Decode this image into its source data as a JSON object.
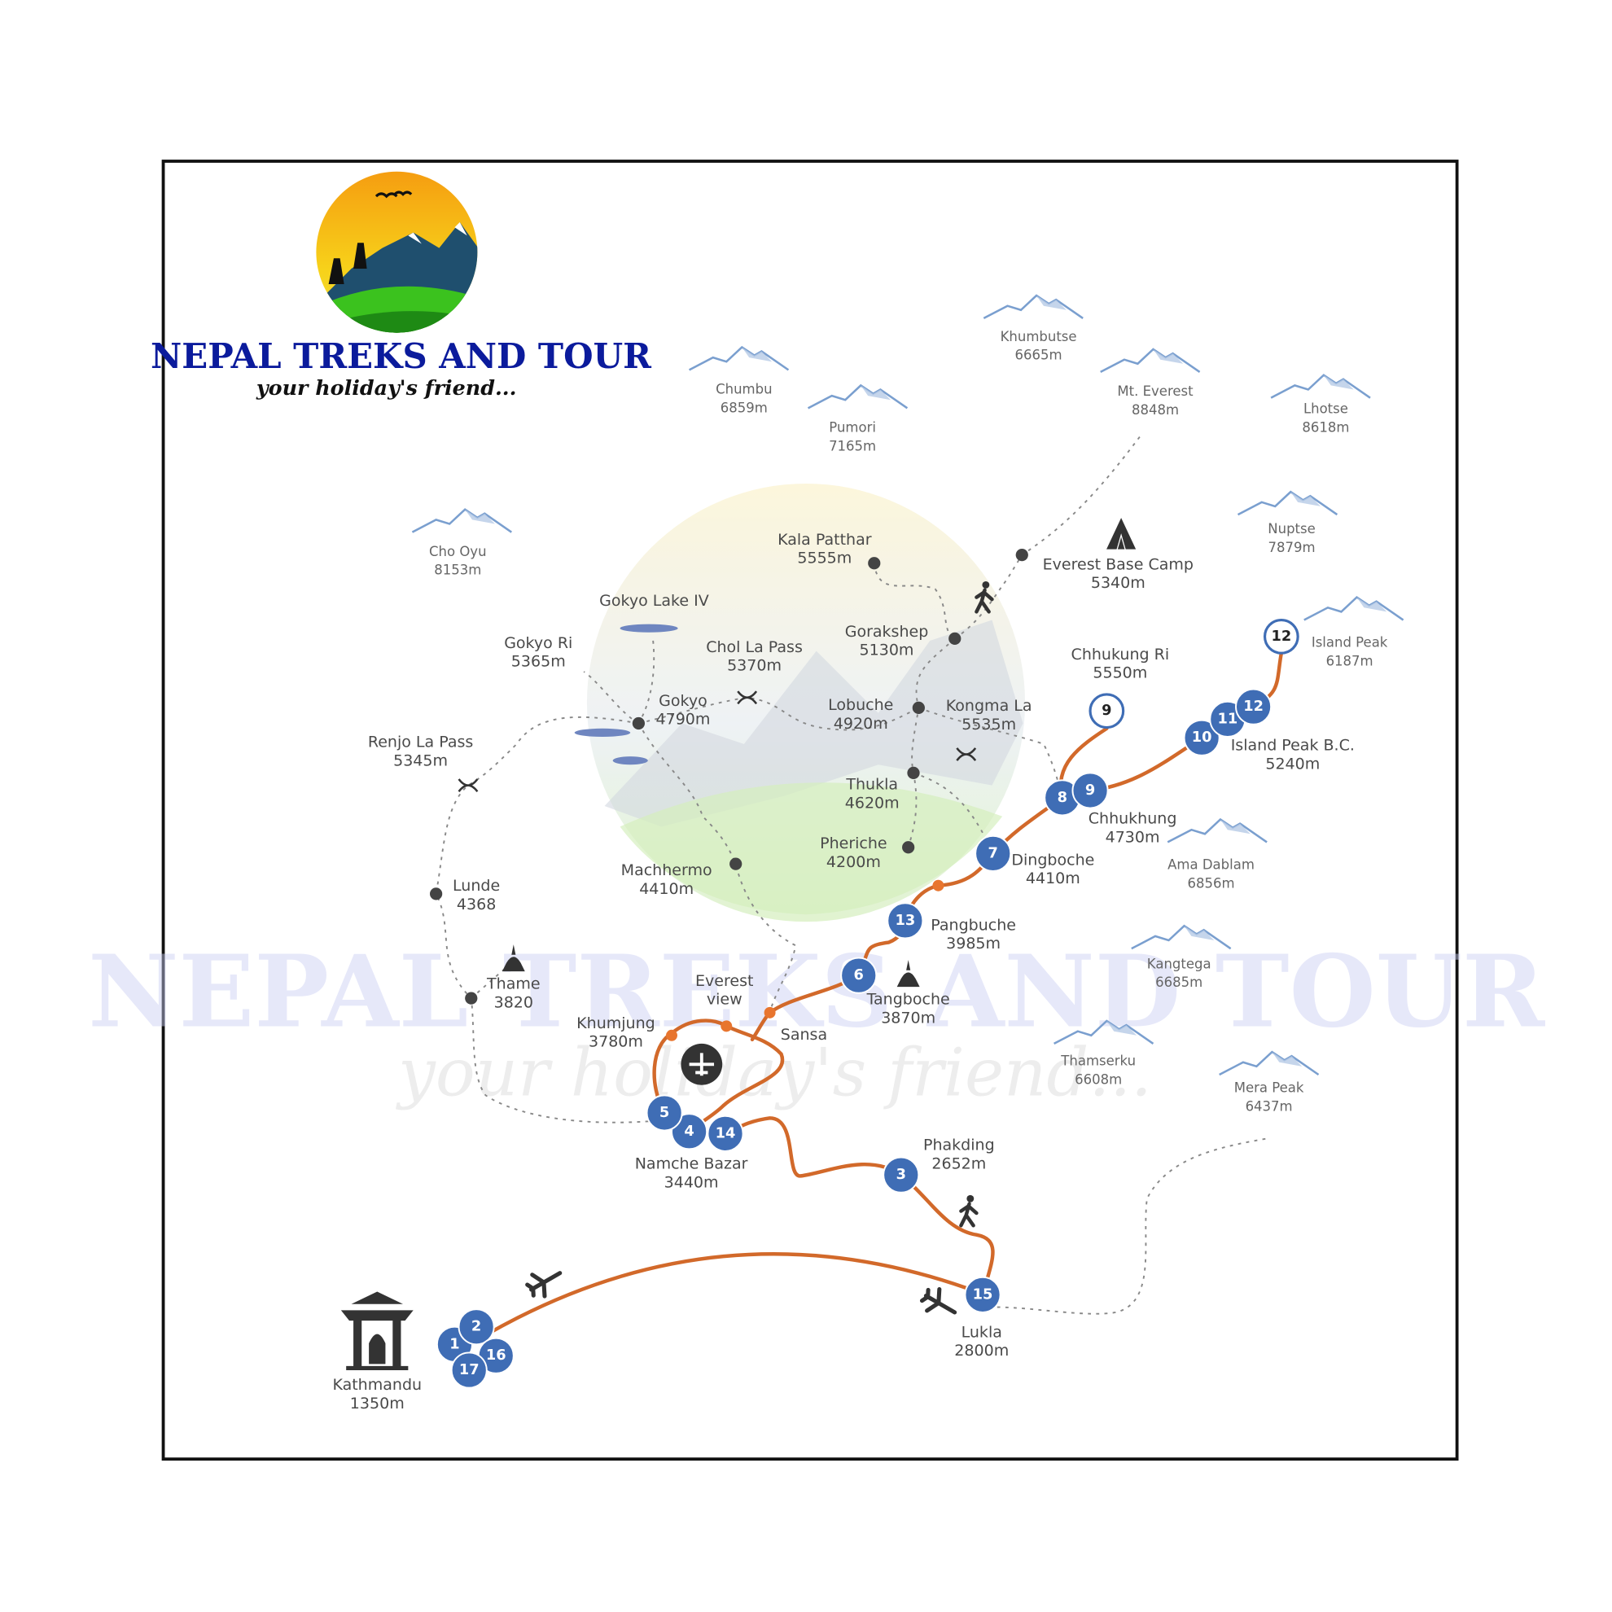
{
  "brand": {
    "title": "NEPAL TREKS AND TOUR",
    "tagline": "your holiday's friend..."
  },
  "watermark": {
    "title": "NEPAL TREKS AND TOUR",
    "tagline": "your holiday's friend..."
  },
  "colors": {
    "route": "#d2692a",
    "step_marker": "#3f6db5",
    "brand_text": "#0b1b9c",
    "trail": "#888888"
  },
  "mountains": [
    {
      "name": "Chumbu",
      "elevation": "6859m"
    },
    {
      "name": "Pumori",
      "elevation": "7165m"
    },
    {
      "name": "Khumbutse",
      "elevation": "6665m"
    },
    {
      "name": "Mt. Everest",
      "elevation": "8848m"
    },
    {
      "name": "Lhotse",
      "elevation": "8618m"
    },
    {
      "name": "Cho Oyu",
      "elevation": "8153m"
    },
    {
      "name": "Nuptse",
      "elevation": "7879m"
    },
    {
      "name": "Island Peak",
      "elevation": "6187m"
    },
    {
      "name": "Ama Dablam",
      "elevation": "6856m"
    },
    {
      "name": "Kangtega",
      "elevation": "6685m"
    },
    {
      "name": "Thamserku",
      "elevation": "6608m"
    },
    {
      "name": "Mera Peak",
      "elevation": "6437m"
    }
  ],
  "places": [
    {
      "name": "Kala Patthar",
      "elevation": "5555m"
    },
    {
      "name": "Everest Base Camp",
      "elevation": "5340m"
    },
    {
      "name": "Gokyo Lake IV",
      "elevation": ""
    },
    {
      "name": "Gorakshep",
      "elevation": "5130m"
    },
    {
      "name": "Gokyo Ri",
      "elevation": "5365m"
    },
    {
      "name": "Chol La Pass",
      "elevation": "5370m"
    },
    {
      "name": "Chhukung Ri",
      "elevation": "5550m"
    },
    {
      "name": "Gokyo",
      "elevation": "4790m"
    },
    {
      "name": "Lobuche",
      "elevation": "4920m"
    },
    {
      "name": "Kongma La",
      "elevation": "5535m"
    },
    {
      "name": "Renjo La Pass",
      "elevation": "5345m"
    },
    {
      "name": "Island Peak B.C.",
      "elevation": "5240m"
    },
    {
      "name": "Thukla",
      "elevation": "4620m"
    },
    {
      "name": "Chhukhung",
      "elevation": "4730m"
    },
    {
      "name": "Pheriche",
      "elevation": "4200m"
    },
    {
      "name": "Dingboche",
      "elevation": "4410m"
    },
    {
      "name": "Machhermo",
      "elevation": "4410m"
    },
    {
      "name": "Lunde",
      "elevation": "4368"
    },
    {
      "name": "Pangbuche",
      "elevation": "3985m"
    },
    {
      "name": "Thame",
      "elevation": "3820"
    },
    {
      "name": "Everest",
      "elevation": "view"
    },
    {
      "name": "Tangboche",
      "elevation": "3870m"
    },
    {
      "name": "Khumjung",
      "elevation": "3780m"
    },
    {
      "name": "Sansa",
      "elevation": ""
    },
    {
      "name": "Namche Bazar",
      "elevation": "3440m"
    },
    {
      "name": "Phakding",
      "elevation": "2652m"
    },
    {
      "name": "Lukla",
      "elevation": "2800m"
    },
    {
      "name": "Kathmandu",
      "elevation": "1350m"
    }
  ],
  "steps": [
    "1",
    "2",
    "16",
    "17",
    "3",
    "4",
    "5",
    "14",
    "6",
    "7",
    "8",
    "9",
    "10",
    "11",
    "12",
    "13",
    "15"
  ],
  "side_steps": [
    "9",
    "12"
  ]
}
